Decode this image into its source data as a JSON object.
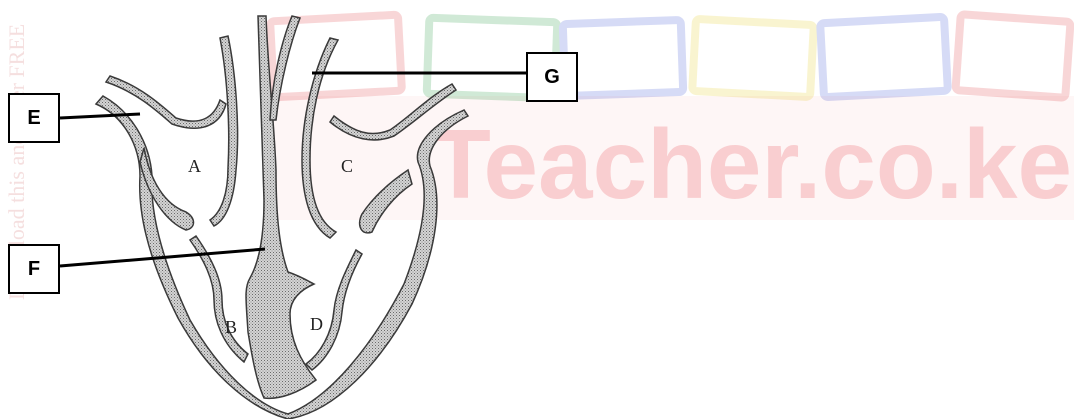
{
  "watermark": {
    "brand_text": "Teacher.co.ke",
    "side_text": "Download this and other FREE",
    "color": "#e8454d"
  },
  "labels": {
    "E": "E",
    "F": "F",
    "G": "G"
  },
  "chambers": {
    "A": "A",
    "B": "B",
    "C": "C",
    "D": "D"
  }
}
